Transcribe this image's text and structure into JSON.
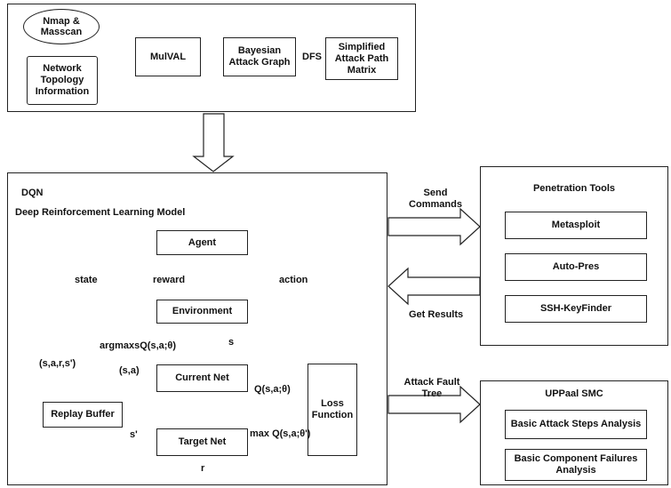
{
  "top": {
    "nmap": "Nmap &\nMasscan",
    "topology": "Network\nTopology\nInformation",
    "mulval": "MulVAL",
    "bag": "Bayesian\nAttack Graph",
    "dfs": "DFS",
    "matrix": "Simplified\nAttack Path\nMatrix"
  },
  "dqn": {
    "title": "DQN",
    "subtitle": "Deep Reinforcement Learning Model",
    "agent": "Agent",
    "environment": "Environment",
    "current_net": "Current Net",
    "target_net": "Target Net",
    "replay_buffer": "Replay Buffer",
    "loss_function": "Loss\nFunction",
    "state": "state",
    "reward": "reward",
    "action": "action",
    "argmax": "argmaxsQ(s,a;θ)",
    "s": "s",
    "sars": "(s,a,r,s')",
    "sa": "(s,a)",
    "q_sa": "Q(s,a;θ)",
    "s_prime": "s'",
    "max_q": "max Q(s,a;θ')",
    "r": "r"
  },
  "arrows": {
    "send": "Send\nCommands",
    "get": "Get Results",
    "fault": "Attack Fault\nTree"
  },
  "pen": {
    "title": "Penetration Tools",
    "metasploit": "Metasploit",
    "autopres": "Auto-Pres",
    "ssh": "SSH-KeyFinder"
  },
  "uppaal": {
    "title": "UPPaal SMC",
    "basic_attack": "Basic Attack Steps Analysis",
    "basic_component": "Basic Component Failures\nAnalysis"
  }
}
